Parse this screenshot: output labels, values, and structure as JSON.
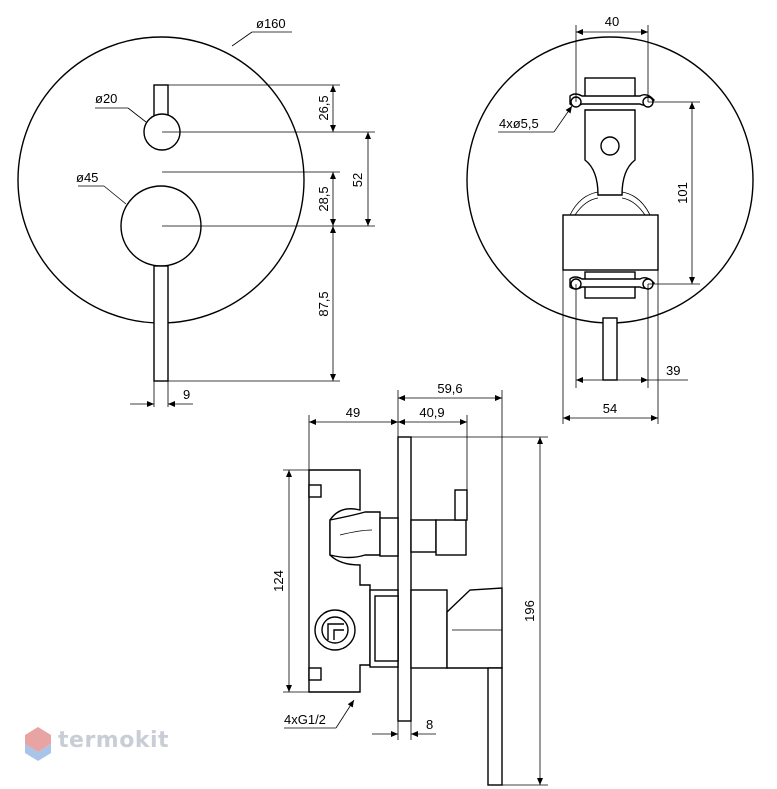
{
  "dimensions": {
    "front": {
      "plate_diameter": "ø160",
      "knob_diameter": "ø20",
      "handle_diameter": "ø45",
      "d_26_5": "26,5",
      "d_52": "52",
      "d_28_5": "28,5",
      "d_87_5": "87,5",
      "d_9": "9"
    },
    "back": {
      "d_40": "40",
      "holes": "4xø5,5",
      "d_101": "101",
      "d_39": "39",
      "d_54": "54"
    },
    "side": {
      "d_59_6": "59,6",
      "d_49": "49",
      "d_40_9": "40,9",
      "d_124": "124",
      "d_196": "196",
      "connections": "4xG1/2",
      "d_8": "8"
    }
  },
  "watermark": {
    "brand": "termokit",
    "colors": {
      "icon_top": "#e8a3a3",
      "icon_bottom": "#a9c4e8",
      "text": "#c9ced6"
    }
  }
}
